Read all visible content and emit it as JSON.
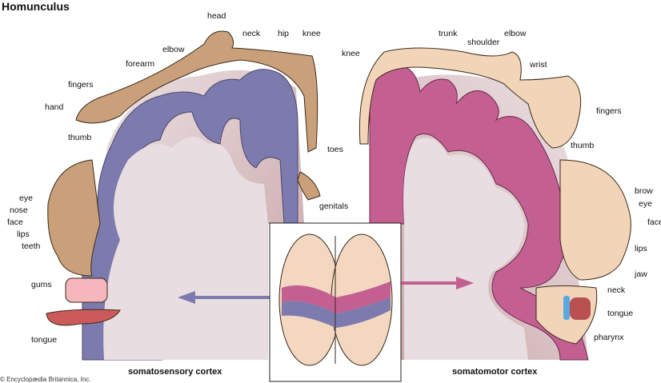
{
  "title": "Homunculus",
  "sensory": {
    "caption": "somatosensory cortex",
    "labels": [
      "head",
      "neck",
      "hip",
      "knee",
      "elbow",
      "forearm",
      "fingers",
      "hand",
      "thumb",
      "toes",
      "genitals",
      "eye",
      "nose",
      "face",
      "lips",
      "teeth",
      "gums",
      "tongue"
    ]
  },
  "motor": {
    "caption": "somatomotor cortex",
    "labels": [
      "trunk",
      "shoulder",
      "elbow",
      "knee",
      "wrist",
      "fingers",
      "thumb",
      "brow",
      "eye",
      "face",
      "lips",
      "jaw",
      "neck",
      "tongue",
      "pharynx"
    ]
  },
  "copyright": "© Encyclopædia Britannica, Inc.",
  "colors": {
    "sensory": "#7d7aae",
    "motor": "#c45f92",
    "skin_sensory": "#c9a07a",
    "skin_motor": "#f2d5b8",
    "white_matter": "#e6d9dc"
  }
}
